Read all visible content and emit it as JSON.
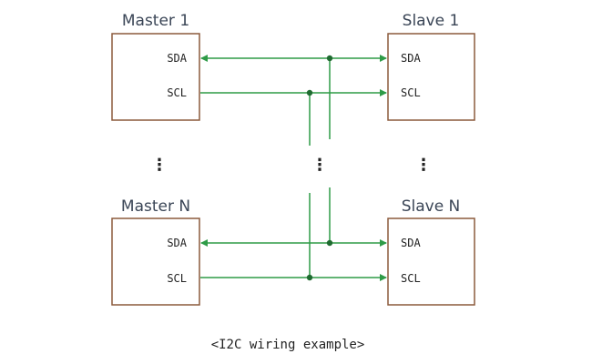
{
  "diagram": {
    "master1": {
      "title": "Master 1",
      "pin_sda": "SDA",
      "pin_scl": "SCL"
    },
    "masterN": {
      "title": "Master N",
      "pin_sda": "SDA",
      "pin_scl": "SCL"
    },
    "slave1": {
      "title": "Slave 1",
      "pin_sda": "SDA",
      "pin_scl": "SCL"
    },
    "slaveN": {
      "title": "Slave N",
      "pin_sda": "SDA",
      "pin_scl": "SCL"
    },
    "ellipsis": "⋮",
    "caption": "<I2C wiring example>"
  },
  "colors": {
    "box_border": "#8b5a3c",
    "wire": "#2e9b47",
    "junction": "#1f6b30",
    "title_text": "#3a4556"
  }
}
